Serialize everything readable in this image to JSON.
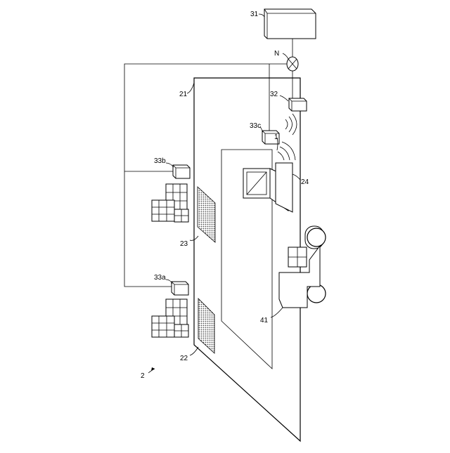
{
  "labels": {
    "fig": "2",
    "server": "31",
    "network": "N",
    "ap": "32",
    "floor": "21",
    "sensor_a": "33a",
    "sensor_b": "33b",
    "sensor_c": "33c",
    "device": "1",
    "tag": "24",
    "area_22": "22",
    "area_23": "23",
    "vehicle": "41"
  },
  "colors": {
    "line": "#000000",
    "background": "#ffffff",
    "hatch": "#555555"
  }
}
